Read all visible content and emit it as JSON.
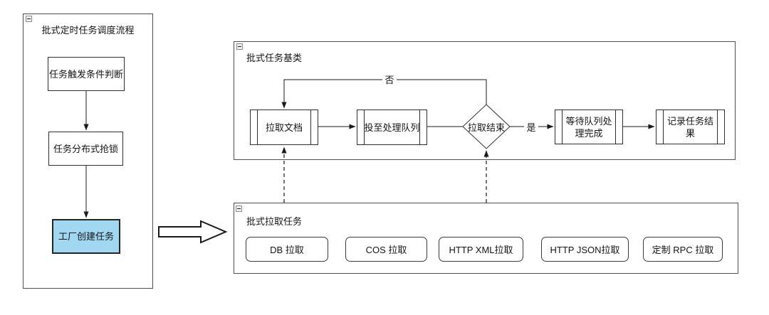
{
  "diagram": {
    "background": "#ffffff",
    "stroke_color": "#1a1a1a",
    "highlight_fill": "#a0d8f2"
  },
  "left_panel": {
    "title": "批式定时任务调度流程",
    "collapse_icon": "minus",
    "nodes": [
      {
        "label": "任务触发条件判断",
        "highlighted": false
      },
      {
        "label": "任务分布式抢锁",
        "highlighted": false
      },
      {
        "label": "工厂创建任务",
        "highlighted": true
      }
    ]
  },
  "base_panel": {
    "title": "批式任务基类",
    "collapse_icon": "minus",
    "nodes": {
      "pull_doc": "拉取文档",
      "enqueue": "投至处理队列",
      "decision": "拉取结束",
      "wait_queue": "等待队列处\n理完成",
      "record_result": "记录任务结\n果"
    },
    "edge_labels": {
      "no": "否",
      "yes": "是"
    }
  },
  "pull_panel": {
    "title": "批式拉取任务",
    "collapse_icon": "minus",
    "tasks": [
      "DB 拉取",
      "COS 拉取",
      "HTTP XML拉取",
      "HTTP JSON拉取",
      "定制 RPC 拉取"
    ]
  }
}
